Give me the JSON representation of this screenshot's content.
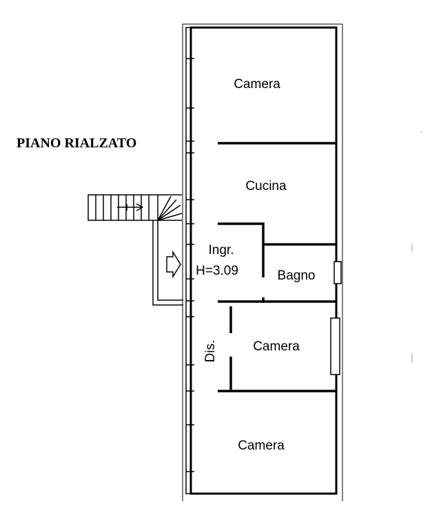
{
  "plan": {
    "title": "PIANO RIALZATO",
    "rooms": {
      "camera_top": "Camera",
      "cucina": "Cucina",
      "ingresso": "Ingr.",
      "height": "H=3.09",
      "bagno": "Bagno",
      "camera_middle": "Camera",
      "disimpegno": "Dis.",
      "camera_bottom": "Camera"
    }
  }
}
